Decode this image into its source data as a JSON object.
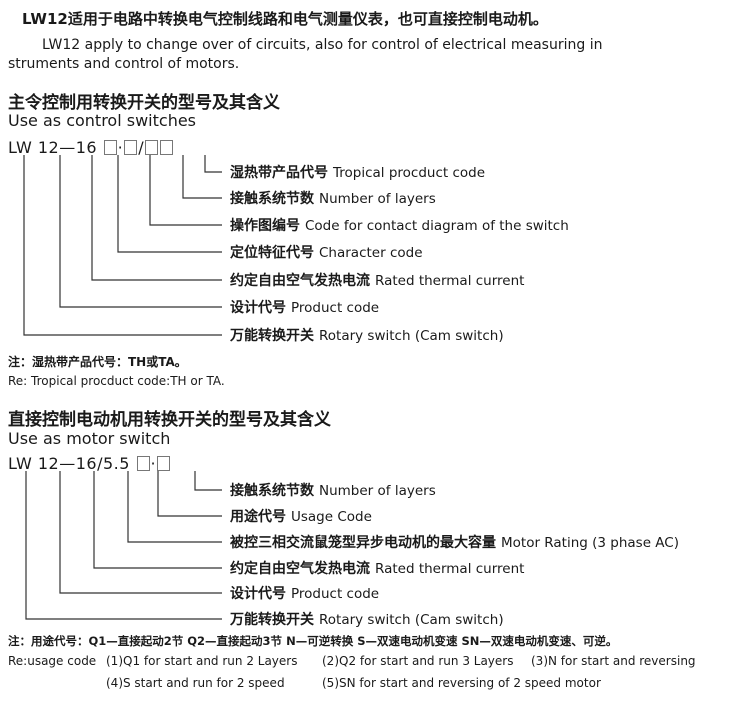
{
  "intro": {
    "cn": "LW12适用于电路中转换电气控制线路和电气测量仪表，也可直接控制电动机。",
    "en_line1": "LW12 apply to change over of  circuits, also for control of electrical measuring in",
    "en_line2": "struments and control of motors."
  },
  "control": {
    "title_cn": "主令控制用转换开关的型号及其含义",
    "title_en": "Use as control switches",
    "code": {
      "lw": "LW",
      "n12": "12",
      "dash": "—",
      "n16": "16",
      "dot": "·",
      "slash": "/"
    },
    "labels": [
      {
        "cn": "湿热带产品代号",
        "en": "Tropical procduct code"
      },
      {
        "cn": "接触系统节数",
        "en": "Number of layers"
      },
      {
        "cn": "操作图编号",
        "en": "Code for contact diagram of the switch"
      },
      {
        "cn": "定位特征代号",
        "en": "Character code"
      },
      {
        "cn": "约定自由空气发热电流",
        "en": "Rated thermal current"
      },
      {
        "cn": "设计代号",
        "en": "Product code"
      },
      {
        "cn": "万能转换开关",
        "en": "Rotary switch (Cam switch)"
      }
    ],
    "note_cn": "注：湿热带产品代号：TH或TA。",
    "note_en": "Re: Tropical procduct code:TH or TA."
  },
  "motor": {
    "title_cn": "直接控制电动机用转换开关的型号及其含义",
    "title_en": "Use as motor switch",
    "code": {
      "lw": "LW",
      "n12": "12",
      "dash": "—",
      "n16": "16",
      "slash": "/",
      "rating": "5.5",
      "dot": "·"
    },
    "labels": [
      {
        "cn": "接触系统节数",
        "en": "Number of layers"
      },
      {
        "cn": "用途代号",
        "en": "Usage Code"
      },
      {
        "cn": "被控三相交流鼠笼型异步电动机的最大容量",
        "en": "Motor Rating (3 phase AC)"
      },
      {
        "cn": "约定自由空气发热电流",
        "en": "Rated thermal current"
      },
      {
        "cn": "设计代号",
        "en": "Product code"
      },
      {
        "cn": "万能转换开关",
        "en": "Rotary switch (Cam switch)"
      }
    ],
    "note_cn": "注：用途代号：Q1—直接起动2节  Q2—直接起动3节  N—可逆转换  S—双速电动机变速  SN—双速电动机变速、可逆。",
    "usage": {
      "prefix": "Re:usage code",
      "items": [
        "(1)Q1 for start and run 2 Layers",
        "(2)Q2 for start and run 3 Layers",
        "(3)N for start and reversing",
        "(4)S start and run for 2 speed",
        "(5)SN for start and reversing of 2 speed motor"
      ]
    }
  }
}
